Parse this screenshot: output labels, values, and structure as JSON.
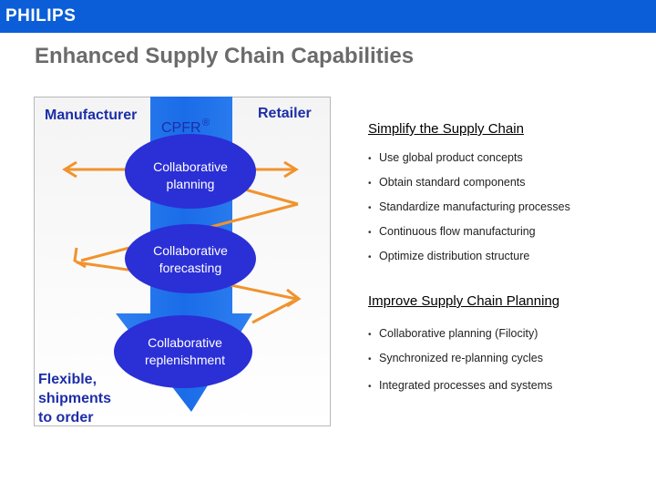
{
  "header": {
    "logo": "PHILIPS",
    "bar_color": "#0b5ed7"
  },
  "slide": {
    "title": "Enhanced Supply Chain Capabilities"
  },
  "diagram": {
    "manufacturer": "Manufacturer",
    "retailer": "Retailer",
    "cpfr": "CPFR",
    "cpfr_mark": "®",
    "stages": [
      {
        "line1": "Collaborative",
        "line2": "planning"
      },
      {
        "line1": "Collaborative",
        "line2": "forecasting"
      },
      {
        "line1": "Collaborative",
        "line2": "replenishment"
      }
    ],
    "flexible": [
      "Flexible,",
      "shipments",
      "to order"
    ],
    "arrow_color": "#1e73ee",
    "ellipse_color": "#2b2fd6",
    "accent_color": "#f0932e"
  },
  "sections": [
    {
      "heading": "Simplify the Supply Chain",
      "items": [
        "Use global product concepts",
        "Obtain standard components",
        "Standardize manufacturing processes",
        "Continuous flow manufacturing",
        "Optimize distribution structure"
      ]
    },
    {
      "heading": "Improve Supply Chain Planning",
      "items": [
        "Collaborative planning (Filocity)",
        "Synchronized re-planning cycles",
        "Integrated processes and systems"
      ]
    }
  ]
}
